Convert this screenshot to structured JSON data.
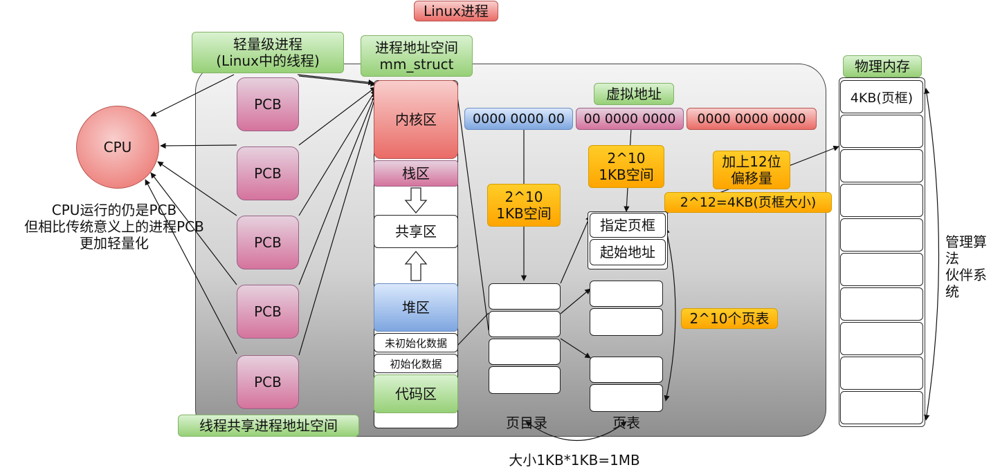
{
  "title": "Linux进程",
  "lwp": {
    "line1": "轻量级进程",
    "line2": "(Linux中的线程)"
  },
  "cpu": {
    "label": "CPU"
  },
  "cpu_note": {
    "line1": "CPU运行的仍是PCB",
    "line2": "但相比传统意义上的进程PCB",
    "line3": "更加轻量化"
  },
  "pcb_label": "PCB",
  "pcbs": [
    "PCB",
    "PCB",
    "PCB",
    "PCB",
    "PCB"
  ],
  "thread_share": "线程共享进程地址空间",
  "mm": {
    "title_line1": "进程地址空间",
    "title_line2": "mm_struct",
    "kernel": "内核区",
    "stack": "栈区",
    "shared": "共享区",
    "heap": "堆区",
    "bss": "未初始化数据",
    "data": "初始化数据",
    "code": "代码区"
  },
  "vaddr": {
    "title": "虚拟地址",
    "seg1": "0000 0000 00",
    "seg2": "00 0000 0000",
    "seg3": "0000 0000 0000"
  },
  "note_dir": {
    "line1": "2^10",
    "line2": "1KB空间"
  },
  "note_table": {
    "line1": "2^10",
    "line2": "1KB空间"
  },
  "offset": {
    "line1": "加上12位",
    "line2": "偏移量"
  },
  "frame_size": "2^12=4KB(页框大小)",
  "page_entry": {
    "frame": "指定页框",
    "start": "起始地址"
  },
  "tables_count": "2^10个页表",
  "labels": {
    "page_dir": "页目录",
    "page_table": "页表",
    "size": "大小1KB*1KB=1MB"
  },
  "phys": {
    "title": "物理内存",
    "first_frame": "4KB(页框)"
  },
  "algo": {
    "line1": "管理算法",
    "line2": "伙伴系统"
  },
  "colors": {
    "green": "#97d077",
    "red": "#ea6b66",
    "pink": "#d5739d",
    "blue": "#7ea6e0",
    "orange": "#ffa500",
    "panel": "#c8c8c8"
  }
}
